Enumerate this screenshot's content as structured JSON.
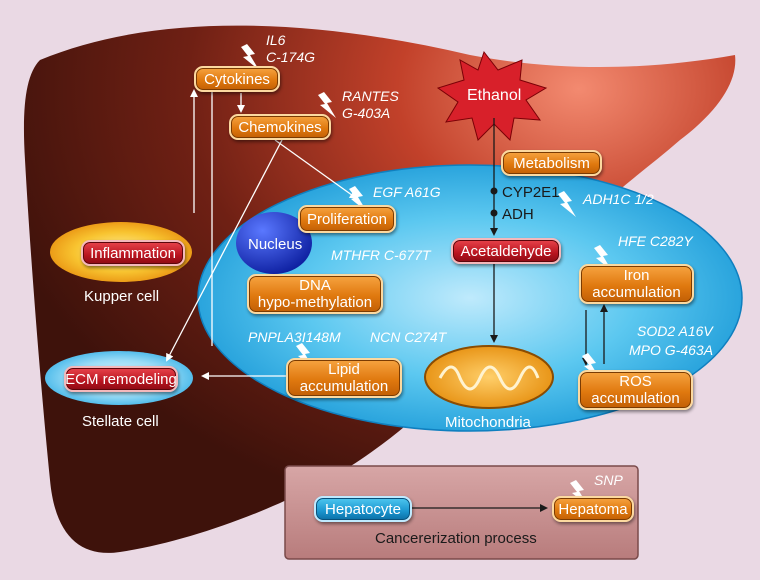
{
  "diagram": {
    "cytokines": "Cytokines",
    "chemokines": "Chemokines",
    "il6_snp": "IL6",
    "il6_snp_variant": "C-174G",
    "rantes_snp": "RANTES",
    "rantes_snp_variant": "G-403A",
    "inflammation": "Inflammation",
    "kupper_cell": "Kupper cell",
    "ecm_remodeling": "ECM remodeling",
    "stellate_cell": "Stellate cell",
    "ethanol": "Ethanol",
    "metabolism": "Metabolism",
    "cyp2e1": "CYP2E1",
    "adh": "ADH",
    "adh_snp": "ADH1C 1/2",
    "acetaldehyde": "Acetaldehyde",
    "mitochondria": "Mitochondria",
    "nucleus": "Nucleus",
    "proliferation": "Proliferation",
    "egf_snp": "EGF A61G",
    "mthfr_snp": "MTHFR C-677T",
    "dna_hypomethylation_line1": "DNA",
    "dna_hypomethylation_line2": "hypo-methylation",
    "pnpla3_snp": "PNPLA3I148M",
    "ncn_snp": "NCN C274T",
    "lipid_line1": "Lipid",
    "lipid_line2": "accumulation",
    "hfe_snp": "HFE C282Y",
    "iron_line1": "Iron",
    "iron_line2": "accumulation",
    "sod2_snp": "SOD2 A16V",
    "mpo_snp": "MPO G-463A",
    "ros_line1": "ROS",
    "ros_line2": "accumulation",
    "hepatocyte": "Hepatocyte",
    "hepatoma": "Hepatoma",
    "snp_label": "SNP",
    "cancer_process": "Cancererization process"
  },
  "colors": {
    "background": "#ead9e4",
    "liver_dark": "#4a1810",
    "liver_light": "#f07a5f",
    "cell_blue": "#36b5ea",
    "orange_box": "#e0790f",
    "red_box": "#b9141f",
    "blue_box": "#1a95cf",
    "ethanol_star": "#d8202a",
    "cancer_panel": "#c49090"
  },
  "icons": [
    "lightning-bolt-icon",
    "star-burst-icon"
  ]
}
